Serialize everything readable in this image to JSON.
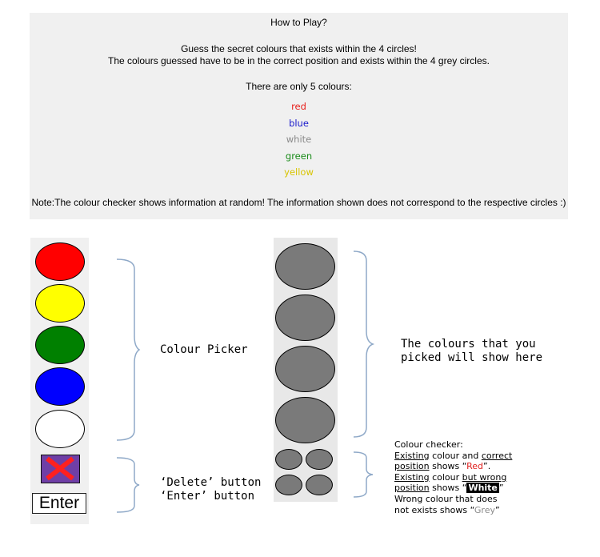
{
  "instructions": {
    "title": "How to Play?",
    "line1": "Guess the secret colours that exists within the 4 circles!",
    "line2": "The colours guessed have to be in the correct position and exists within the 4 grey circles.",
    "line3": "There are only 5 colours:",
    "colours": [
      {
        "label": "red",
        "color": "#e8201c"
      },
      {
        "label": "blue",
        "color": "#1a1acb"
      },
      {
        "label": "white",
        "color": "#8a8a8a"
      },
      {
        "label": "green",
        "color": "#178a17"
      },
      {
        "label": "yellow",
        "color": "#d8c400"
      }
    ],
    "note": "Note:The colour checker shows information at random! The information shown does not correspond to the respective circles :)"
  },
  "picker": {
    "colours": [
      {
        "name": "red",
        "color": "#ff0000"
      },
      {
        "name": "yellow",
        "color": "#ffff00"
      },
      {
        "name": "green",
        "color": "#008000"
      },
      {
        "name": "blue",
        "color": "#0000ff"
      },
      {
        "name": "white",
        "color": "#ffffff"
      }
    ],
    "delete_icon": "x-mark-icon",
    "enter_label": "Enter"
  },
  "labels": {
    "colour_picker": "Colour Picker",
    "delete_button": "‘Delete’ button",
    "enter_button": "‘Enter’ button",
    "guess_line1": "The colours that you",
    "guess_line2": "picked will show here"
  },
  "checker": {
    "title": "Colour checker:",
    "l2a": "Existing",
    "l2b": " colour and ",
    "l2c": "correct",
    "l3a": "position",
    "l3b": " shows “",
    "l3c": "Red",
    "l3d": "”.",
    "l4a": "Existing",
    "l4b": " colour ",
    "l4c": "but wrong",
    "l5a": "position",
    "l5b": " shows “",
    "l5c": "White",
    "l5d": "”",
    "l6": "Wrong colour that does",
    "l7a": "not exists shows “",
    "l7b": "Grey",
    "l7c": "”"
  }
}
